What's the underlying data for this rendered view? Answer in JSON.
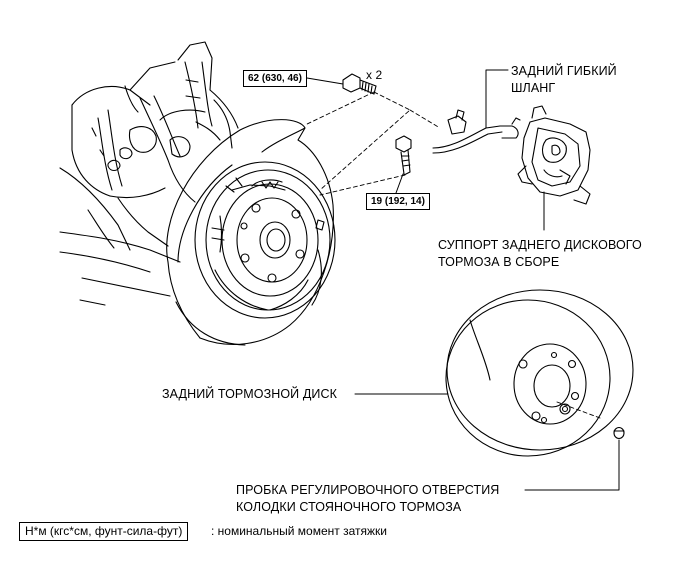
{
  "labels": {
    "hose_line1": "ЗАДНИЙ ГИБКИЙ",
    "hose_line2": "ШЛАНГ",
    "caliper_line1": "СУППОРТ ЗАДНЕГО ДИСКОВОГО",
    "caliper_line2": "ТОРМОЗА В СБОРЕ",
    "disc": "ЗАДНИЙ ТОРМОЗНОЙ ДИСК",
    "plug_line1": "ПРОБКА РЕГУЛИРОВОЧНОГО ОТВЕРСТИЯ",
    "plug_line2": "КОЛОДКИ СТОЯНОЧНОГО ТОРМОЗА"
  },
  "torque": {
    "upper_bolt": "62 (630, 46)",
    "upper_bolt_qty": "x 2",
    "lower_bolt": "19 (192, 14)"
  },
  "legend": {
    "unit_box": "Н*м (кгс*см, фунт-сила-фут)",
    "description": ": номинальный момент затяжки"
  }
}
